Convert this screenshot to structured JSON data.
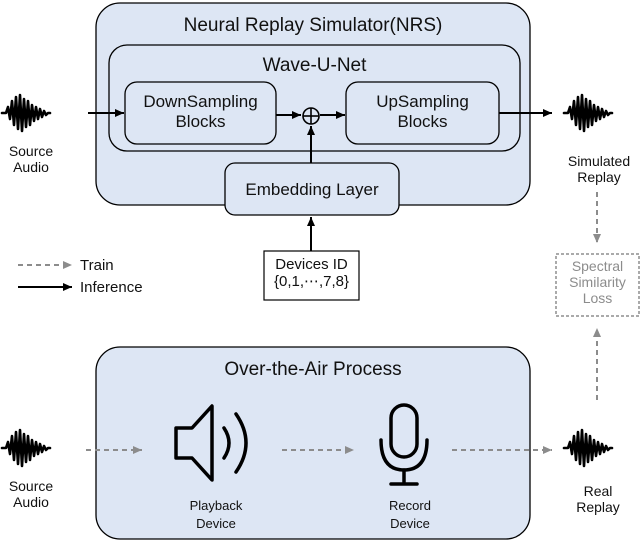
{
  "nrs": {
    "title": "Neural Replay Simulator(NRS)",
    "wave_u_net": "Wave-U-Net",
    "downsampling": [
      "DownSampling",
      "Blocks"
    ],
    "upsampling": [
      "UpSampling",
      "Blocks"
    ],
    "embedding": "Embedding Layer",
    "plus_symbol": "⊕"
  },
  "devices_id": [
    "Devices ID",
    "{0,1,⋯,7,8}"
  ],
  "legend": {
    "train": "Train",
    "inference": "Inference"
  },
  "source_audio_top": [
    "Source",
    "Audio"
  ],
  "source_audio_bottom": [
    "Source",
    "Audio"
  ],
  "simulated_replay": [
    "Simulated",
    "Replay"
  ],
  "spectral_loss": [
    "Spectral",
    "Similarity",
    "Loss"
  ],
  "ota": {
    "title": "Over-the-Air Process",
    "playback": [
      "Playback",
      "Device"
    ],
    "record": [
      "Record",
      "Device"
    ]
  },
  "real_replay": [
    "Real",
    "Replay"
  ],
  "colors": {
    "panel_fill": "#dde6f4",
    "box_fill": "#dde6f4",
    "stroke": "#000000",
    "dashed": "#8c8c8c"
  },
  "icons": [
    "waveform-icon",
    "speaker-icon",
    "microphone-icon"
  ]
}
